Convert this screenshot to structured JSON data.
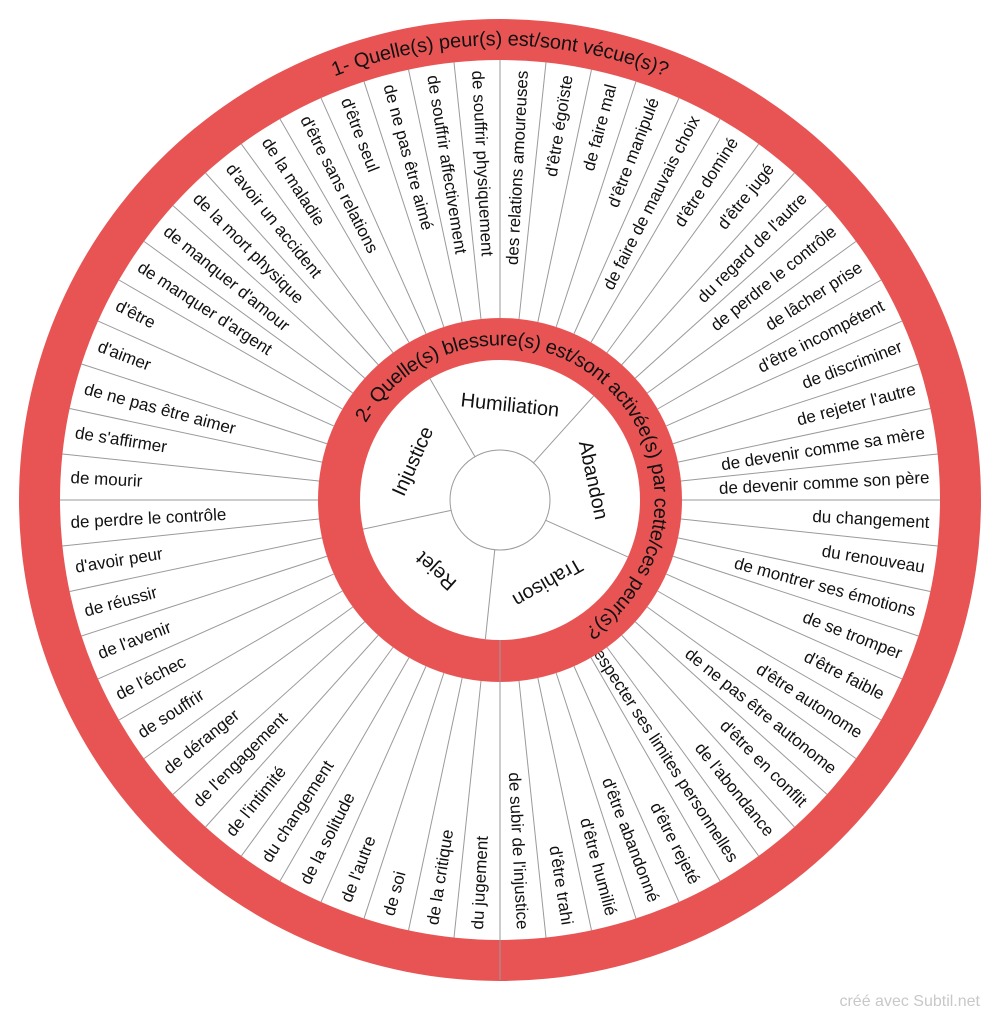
{
  "colors": {
    "ring": "#e85454",
    "line": "#9a9a9a",
    "text": "#111111",
    "background": "#ffffff",
    "credit": "#c8c8c8"
  },
  "outer_ring_title": "1- Quelle(s) peur(s) est/sont vécue(s)?",
  "inner_ring_title": "2- Quelle(s) blessure(s) est/sont activée(s) par cette/ces peur(s)?",
  "wounds": [
    "Humiliation",
    "Abandon",
    "Trahison",
    "Rejet",
    "Injustice"
  ],
  "fears": [
    "des relations amoureuses",
    "d'être égoïste",
    "de faire mal",
    "d'être manipulé",
    "de faire de mauvais choix",
    "d'être dominé",
    "d'être jugé",
    "du regard de l'autre",
    "de perdre le contrôle",
    "de lâcher prise",
    "d'être incompétent",
    "de discriminer",
    "de rejeter l'autre",
    "de devenir comme sa mère",
    "de devenir comme son père",
    "du changement",
    "du renouveau",
    "de montrer ses émotions",
    "de se tromper",
    "d'être faible",
    "d'être autonome",
    "de ne pas être autonome",
    "d'être en conflit",
    "de l'abondance",
    "de faire respecter ses limites personnelles",
    "d'être rejeté",
    "d'être abandonné",
    "d'être humilié",
    "d'être trahi",
    "de subir de l'injustice",
    "du jugement",
    "de la critique",
    "de soi",
    "de l'autre",
    "de la solitude",
    "du changement",
    "de l'intimité",
    "de l'engagement",
    "de déranger",
    "de souffrir",
    "de l'échec",
    "de l'avenir",
    "de réussir",
    "d'avoir peur",
    "de perdre le contrôle",
    "de mourir",
    "de s'affirmer",
    "de ne pas être aimer",
    "d'aimer",
    "d'être",
    "de manquer d'argent",
    "de manquer d'amour",
    "de la mort physique",
    "d'avoir un accident",
    "de la maladie",
    "d'être sans relations",
    "d'être seul",
    "de ne pas être aimé",
    "de souffrir affectivement",
    "de souffrir physiquement"
  ],
  "credit": "créé avec Subtil.net"
}
